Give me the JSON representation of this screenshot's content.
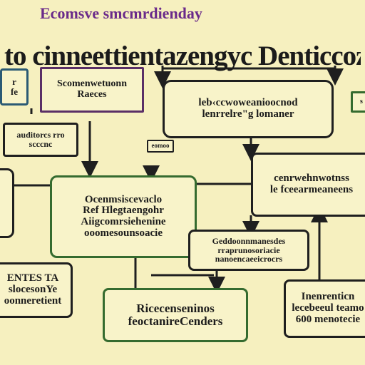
{
  "header": {
    "subtitle": "Ecomsve smcmrdienday",
    "title": "to cinneettientazengyc Denticcoz"
  },
  "nodes": {
    "top_left_small": [
      "r",
      "fe"
    ],
    "top_purple": [
      "Scomenwetuonn",
      "Raeces"
    ],
    "left_mid_small": [
      "auditorcs rro",
      "scccnc"
    ],
    "top_right": [
      "leb‹ccwoweanioocnod",
      "lenrrelre\"g lomaner"
    ],
    "right_small": [
      "s",
      "-"
    ],
    "tiny_label": "eomoo",
    "center_main": [
      "Ocenmsiscevaclo",
      "Ref Hlegtaengohr",
      "Aiigcomrsiehenine",
      "ooomesounsoacie"
    ],
    "right_main": [
      "cenrwehnwotnss",
      "le fceearmeaneens"
    ],
    "center_right": [
      "Geddoonnmanesdes",
      "rraprunosoriacie",
      "nanoencaeeicrocrs"
    ],
    "left_bottom": [
      "ENTES TA",
      "slocesonYe",
      "oonneretient"
    ],
    "bottom_center": [
      "Ricecenseninos",
      "feoctanireCenders"
    ],
    "bottom_right": [
      "Inenrenticn",
      "lecebeeul teamo",
      "600 menotecie"
    ]
  }
}
